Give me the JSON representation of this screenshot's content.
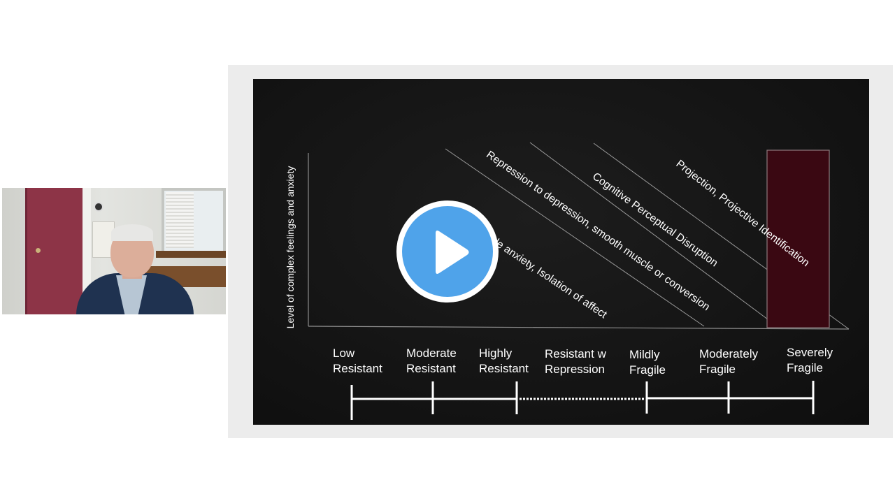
{
  "slide": {
    "y_axis_label": "Level of complex feelings and anxiety",
    "diagonal_labels": [
      "Striated muscle anxiety, Isolation of affect",
      "Repression to depression, smooth muscle or conversion",
      "Cognitive Perceptual Disruption",
      "Projection, Projective Identification"
    ],
    "scale_labels": [
      "Low\nResistant",
      "Moderate\nResistant",
      "Highly\nResistant",
      "Resistant w\nRepression",
      "Mildly\nFragile",
      "Moderately\nFragile",
      "Severely\nFragile"
    ],
    "colors": {
      "slide_background": "#141414",
      "fragile_box": "#3a0812",
      "play_button": "#4fa3ea"
    }
  },
  "player": {
    "play_icon": "play-icon"
  }
}
